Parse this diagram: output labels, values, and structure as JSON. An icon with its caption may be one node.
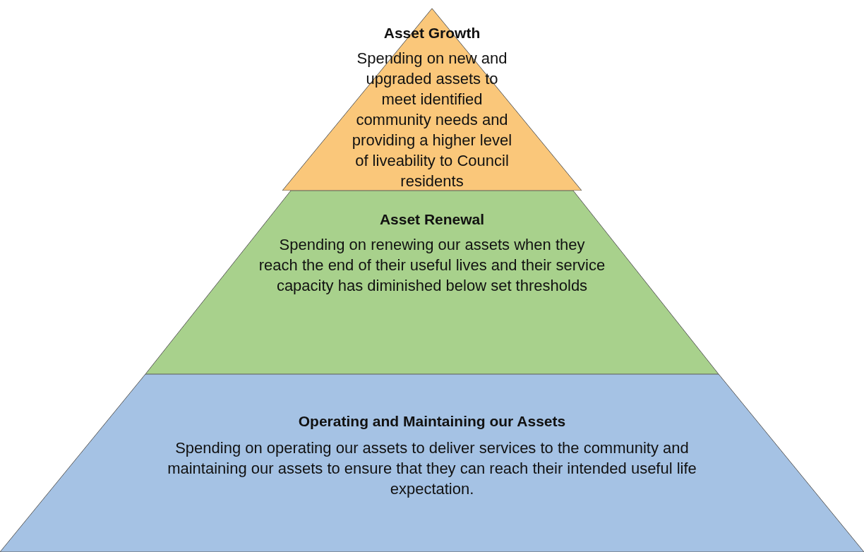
{
  "diagram": {
    "nodes": [
      {
        "text": [
          "Asset Growth",
          "Spending on new and upgraded assets to meet identified community needs and providing a higher level of liveability to Council residents"
        ]
      },
      {
        "text": [
          "Asset Renewal",
          "Spending on renewing our assets when they reach the end of their useful lives and their service capacity has diminished below set thresholds"
        ]
      },
      {
        "text": [
          "Operating and Maintaining our Assets",
          "Spending on operating our assets to deliver services to the community and maintaining our assets to ensure that they can reach their intended useful life expectation."
        ]
      }
    ]
  }
}
